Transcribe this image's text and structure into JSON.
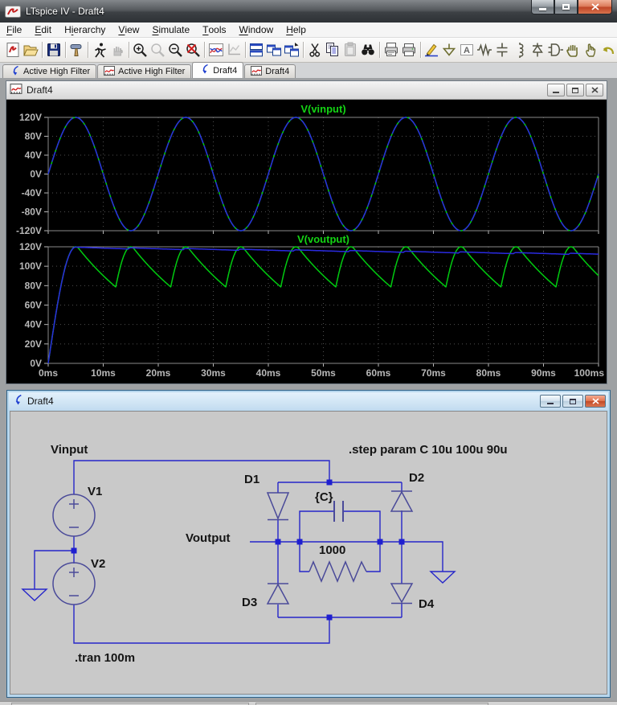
{
  "window": {
    "title": "LTspice IV - Draft4"
  },
  "menu": {
    "items": [
      {
        "label": "File",
        "underline": 0
      },
      {
        "label": "Edit",
        "underline": 0
      },
      {
        "label": "Hierarchy",
        "underline": 1
      },
      {
        "label": "View",
        "underline": 0
      },
      {
        "label": "Simulate",
        "underline": 0
      },
      {
        "label": "Tools",
        "underline": 0
      },
      {
        "label": "Window",
        "underline": 0
      },
      {
        "label": "Help",
        "underline": 0
      }
    ]
  },
  "toolbar": {
    "items": [
      "new-schematic-icon",
      "open-file-icon",
      "|",
      "save-icon",
      "|",
      "control-panel-icon",
      "|",
      "run-icon",
      "halt-icon",
      "|",
      "zoom-in-icon",
      "zoom-back-icon",
      "zoom-out-icon",
      "zoom-full-extents-icon",
      "|",
      "plot-settings-icon",
      "axis-settings-icon",
      "|",
      "tile-horizontal-icon",
      "tile-vertical-icon",
      "cascade-icon",
      "|",
      "cut-icon",
      "copy-icon",
      "paste-icon",
      "find-icon",
      "|",
      "print-preview-icon",
      "print-icon",
      "|",
      "wire-icon",
      "ground-icon",
      "net-label-icon",
      "resistor-icon",
      "capacitor-icon",
      "inductor-icon",
      "diode-icon",
      "component-icon",
      "move-icon",
      "drag-icon",
      "undo-icon"
    ],
    "disabled_icons": [
      "halt-icon",
      "zoom-back-icon",
      "axis-settings-icon",
      "paste-icon"
    ]
  },
  "tabs": [
    {
      "icon": "schematic",
      "label": "Active High Filter",
      "active": false
    },
    {
      "icon": "waveform",
      "label": "Active High Filter",
      "active": false
    },
    {
      "icon": "schematic",
      "label": "Draft4",
      "active": true
    },
    {
      "icon": "waveform",
      "label": "Draft4",
      "active": false
    }
  ],
  "wave_window": {
    "title": "Draft4"
  },
  "schem_window": {
    "title": "Draft4"
  },
  "chart_data": [
    {
      "type": "line",
      "title": "V(vinput)",
      "title_color": "#14d414",
      "background": "#000000",
      "grid": true,
      "xlim": [
        0,
        100
      ],
      "ylim": [
        -120,
        120
      ],
      "x_unit": "ms",
      "y_unit": "V",
      "x_ticks": [
        0,
        10,
        20,
        30,
        40,
        50,
        60,
        70,
        80,
        90,
        100
      ],
      "x_tick_labels": [
        "0ms",
        "10ms",
        "20ms",
        "30ms",
        "40ms",
        "50ms",
        "60ms",
        "70ms",
        "80ms",
        "90ms",
        "100ms"
      ],
      "y_ticks": [
        120,
        80,
        40,
        0,
        -40,
        -80,
        -120
      ],
      "y_tick_labels": [
        "120V",
        "80V",
        "40V",
        "0V",
        "-40V",
        "-80V",
        "-120V"
      ],
      "series": [
        {
          "name": "V(vinput) step 1 (C=10u)",
          "color": "#00cc10",
          "waveform": "sine",
          "amplitude_V": 120,
          "period_ms": 20
        },
        {
          "name": "V(vinput) step 2 (C=100u)",
          "color": "#2a2ae0",
          "waveform": "sine",
          "amplitude_V": 120,
          "period_ms": 20
        }
      ]
    },
    {
      "type": "line",
      "title": "V(voutput)",
      "title_color": "#14d414",
      "background": "#000000",
      "grid": true,
      "xlim": [
        0,
        100
      ],
      "ylim": [
        0,
        120
      ],
      "x_unit": "ms",
      "y_unit": "V",
      "x_ticks": [
        0,
        10,
        20,
        30,
        40,
        50,
        60,
        70,
        80,
        90,
        100
      ],
      "x_tick_labels": [
        "0ms",
        "10ms",
        "20ms",
        "30ms",
        "40ms",
        "50ms",
        "60ms",
        "70ms",
        "80ms",
        "90ms",
        "100ms"
      ],
      "y_ticks": [
        120,
        100,
        80,
        60,
        40,
        20,
        0
      ],
      "y_tick_labels": [
        "120V",
        "100V",
        "80V",
        "60V",
        "40V",
        "20V",
        "0V"
      ],
      "series": [
        {
          "name": "V(voutput) step 1 (C=10u)",
          "color": "#00cc10",
          "waveform": "rectified-peak-detector",
          "amplitude_V": 120,
          "period_ms": 20,
          "tau_ms": 16.5,
          "ripple_min_V": 76,
          "ripple_max_V": 120
        },
        {
          "name": "V(voutput) step 2 (C=100u)",
          "color": "#2a2ae0",
          "waveform": "rectified-peak-detector",
          "amplitude_V": 120,
          "period_ms": 20,
          "tau_ms": 600,
          "droop_V_per_ms": 0.07,
          "ripple_min_V": 113,
          "ripple_max_V": 120
        }
      ]
    }
  ],
  "schematic": {
    "background": "#c9c9c9",
    "wire_color": "#2626c9",
    "component_color": "#4a4a99",
    "text_color": "#141414",
    "net_labels": {
      "vinput": "Vinput",
      "voutput": "Voutput"
    },
    "components": {
      "v1": "V1",
      "v2": "V2",
      "d1": "D1",
      "d2": "D2",
      "d3": "D3",
      "d4": "D4",
      "cap_value": "{C}",
      "res_value": "1000"
    },
    "directives": {
      "step": ".step param C 10u 100u 90u",
      "tran": ".tran 100m"
    }
  }
}
